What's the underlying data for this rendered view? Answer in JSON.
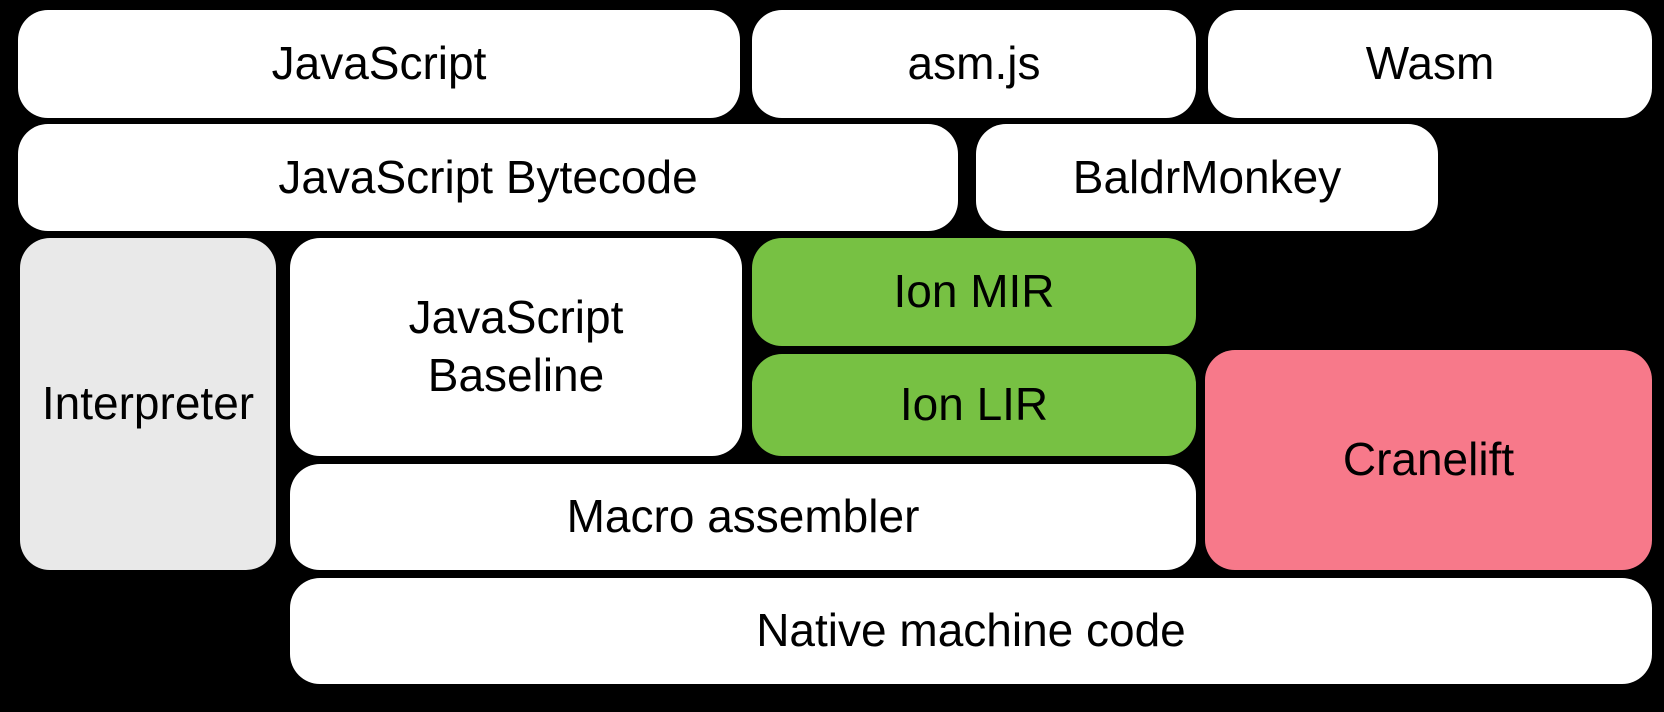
{
  "colors": {
    "background": "#000000",
    "box_white": "#ffffff",
    "box_gray": "#e9e9e9",
    "box_green": "#77c143",
    "box_pink": "#f7798a",
    "text": "#000000"
  },
  "boxes": {
    "javascript": {
      "label": "JavaScript"
    },
    "asmjs": {
      "label": "asm.js"
    },
    "wasm": {
      "label": "Wasm"
    },
    "bytecode": {
      "label": "JavaScript Bytecode"
    },
    "baldrmonkey": {
      "label": "BaldrMonkey"
    },
    "interpreter": {
      "label": "Interpreter"
    },
    "baseline": {
      "label": "JavaScript Baseline"
    },
    "ion_mir": {
      "label": "Ion MIR"
    },
    "ion_lir": {
      "label": "Ion LIR"
    },
    "cranelift": {
      "label": "Cranelift"
    },
    "macro_assembler": {
      "label": "Macro assembler"
    },
    "native": {
      "label": "Native machine code"
    }
  }
}
